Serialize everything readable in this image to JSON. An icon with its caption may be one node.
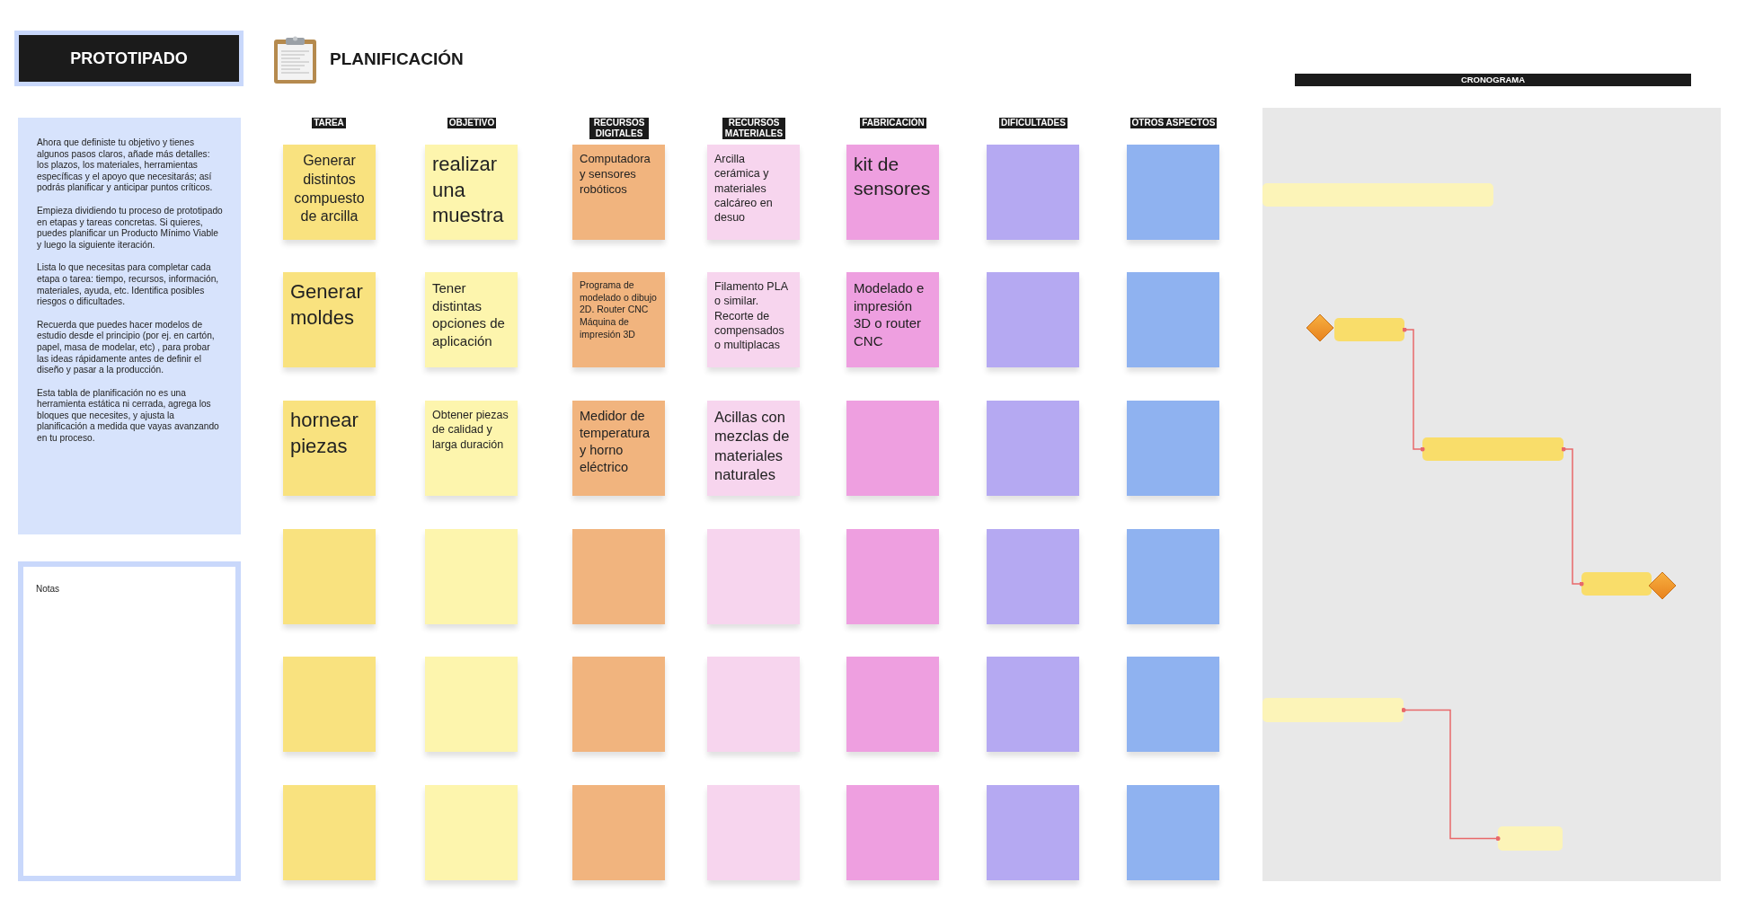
{
  "diagram": {
    "nodes": [
      {
        "text": [
          "PROTOTIPADO"
        ]
      },
      {
        "text": [
          "CRONOGRAMA"
        ]
      },
      {
        "text": [
          "Ahora que definiste tu objetivo y tienes algunos pasos claros, añade más detalles: los plazos, los materiales, herramientas específicas y el apoyo que necesitarás; así podrás planificar y anticipar puntos críticos.",
          "Empieza dividiendo tu proceso de prototipado en etapas y tareas concretas. Si quieres, puedes planificar un Producto Mínimo Viable y luego la siguiente iteración.",
          "Lista lo que necesitas para completar cada etapa o tarea: tiempo, recursos, información, materiales, ayuda, etc. Identifica posibles riesgos o dificultades.",
          "Recuerda que puedes hacer modelos de estudio desde el principio (por ej. en cartón, papel, masa de modelar, etc) , para probar las ideas rápidamente antes de definir el diseño y pasar a la producción.",
          "Esta tabla de planificación no es una herramienta estática ni cerrada, agrega los bloques que necesites, y ajusta la planificación a medida que vayas avanzando en tu proceso."
        ]
      },
      {
        "text": [
          "Notas"
        ]
      },
      {
        "text": [
          "Generar distintos compuesto de arcilla"
        ]
      },
      {
        "text": [
          "realizar una muestra"
        ]
      },
      {
        "text": [
          "Computadora y sensores robóticos"
        ]
      },
      {
        "text": [
          "Arcilla cerámica y materiales calcáreo en desuo"
        ]
      },
      {
        "text": [
          "kit de sensores"
        ]
      },
      {
        "text": [],
        "shape": "box"
      },
      {
        "text": [],
        "shape": "box"
      },
      {
        "text": [
          "Generar moldes"
        ]
      },
      {
        "text": [
          "Tener distintas opciones de aplicación"
        ]
      },
      {
        "text": [
          "Programa de modelado o dibujo 2D. Router CNC Máquina de impresión 3D"
        ]
      },
      {
        "text": [
          "Filamento PLA o similar. Recorte de compensados o multiplacas"
        ]
      },
      {
        "text": [
          "Modelado e impresión 3D o router CNC"
        ]
      },
      {
        "text": [],
        "shape": "box"
      },
      {
        "text": [],
        "shape": "box"
      },
      {
        "text": [
          "hornear piezas"
        ]
      },
      {
        "text": [
          "Obtener piezas de calidad y larga duración"
        ]
      },
      {
        "text": [
          "Medidor de temperatura y horno eléctrico"
        ]
      },
      {
        "text": [
          "Acillas con mezclas de materiales naturales"
        ]
      },
      {
        "text": [],
        "shape": "box"
      },
      {
        "text": [],
        "shape": "box"
      },
      {
        "text": [],
        "shape": "box"
      },
      {
        "text": [],
        "shape": "box"
      },
      {
        "text": [],
        "shape": "box"
      },
      {
        "text": [],
        "shape": "box"
      },
      {
        "text": [],
        "shape": "box"
      },
      {
        "text": [],
        "shape": "box"
      },
      {
        "text": [],
        "shape": "box"
      },
      {
        "text": [],
        "shape": "box"
      },
      {
        "text": [],
        "shape": "box"
      },
      {
        "text": [],
        "shape": "box"
      },
      {
        "text": [],
        "shape": "box"
      },
      {
        "text": [],
        "shape": "box"
      },
      {
        "text": [],
        "shape": "box"
      },
      {
        "text": [],
        "shape": "box"
      },
      {
        "text": [],
        "shape": "box"
      },
      {
        "text": [],
        "shape": "box"
      },
      {
        "text": [],
        "shape": "box"
      },
      {
        "text": [],
        "shape": "box"
      },
      {
        "text": [],
        "shape": "box"
      },
      {
        "text": [],
        "shape": "box"
      },
      {
        "text": [],
        "shape": "box"
      },
      {
        "text": [],
        "shape": "box"
      },
      {
        "text": [],
        "shape": "box"
      },
      {
        "text": [],
        "shape": "bar",
        "in": 46
      },
      {
        "text": [],
        "shape": "diamond",
        "in": 46
      },
      {
        "text": [],
        "shape": "bar",
        "in": 46
      },
      {
        "text": [],
        "shape": "bar",
        "in": 46
      },
      {
        "text": [],
        "shape": "bar",
        "in": 46
      },
      {
        "text": [],
        "shape": "diamond",
        "in": 46
      },
      {
        "text": [],
        "shape": "bar",
        "in": 46
      },
      {
        "text": [],
        "shape": "bar",
        "in": 46
      }
    ],
    "edges": [
      {
        "from": 49,
        "to": 50,
        "arrow": "other"
      },
      {
        "from": 50,
        "to": 51,
        "arrow": "other"
      },
      {
        "from": 53,
        "to": 54,
        "arrow": "other"
      }
    ],
    "labels": [
      "PLANIFICACIÓN",
      "TAREA",
      "OBJETIVO",
      "RECURSOS DIGITALES",
      "RECURSOS MATERIALES",
      "FABRICACIÓN",
      "DIFICULTADES",
      "OTROS ASPECTOS"
    ]
  }
}
